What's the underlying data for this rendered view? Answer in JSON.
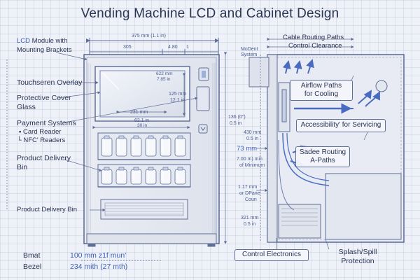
{
  "title": "Vending Machine LCD and Cabinet Design",
  "left_labels": {
    "lcd_module_a": "LCD",
    "lcd_module_b": "Module with",
    "lcd_module_c": "Mounting Brackets",
    "touchscreen": "Touchseren Overlay",
    "protective_cover": "Protective Cover",
    "glass": "Glass",
    "payment_systems": "Payment Systems",
    "card_reader": "▪ Card Reader",
    "nfc_readers": "└ NFC' Readers",
    "product_delivery_bin_a": "Product Delivery",
    "product_delivery_bin_b": "Bin",
    "product_delivery_bin_2": "Product Delivery Bin"
  },
  "front_dims": {
    "overall_width": "375 mm (1.1 in)",
    "w_305": "305",
    "w_480": "4.80",
    "w_1": "1",
    "screen_w_mm": "622 mm",
    "screen_w_in": "7.85 in",
    "screen_h_mm": "125 mm",
    "screen_h_in": "12.1 in",
    "screen_231": "231 mm",
    "bezel_62": "62.1 in",
    "bezel_30": "30 in",
    "height_a": "136 (0\")",
    "height_b": "0.5 in"
  },
  "bottom_spec": {
    "label_1": "Bmat",
    "value_1": "100 mm z1f mun'",
    "label_2": "Bezel",
    "value_2": "234 mith (27 mth)"
  },
  "side_dims": {
    "d_430a": "430 mm",
    "d_430b": "0.5 in",
    "d_73": "73 mm",
    "d_700a": "7.00 m) min",
    "d_700b": "of Minimum",
    "d_117a": "1.17 mm",
    "d_117b": "or DPane",
    "count": "Coun",
    "d_321a": "321 mm",
    "d_321b": "0.5 in"
  },
  "side_labels": {
    "cable_routing_paths": "Cable Routing Paths",
    "control_clearance": "Control Clearance",
    "modem_a": "MoDent",
    "modem_b": "System",
    "airflow_a": "Airflow Paths",
    "airflow_b": "for Cooling",
    "accessibility": "Accessibility' for Servicing",
    "cable_routing_a": "Sadee Routing",
    "cable_routing_b": "A-Paths",
    "control_electronics": "Control Electronics",
    "splash_a": "Splash/Spill",
    "splash_b": "Protection"
  },
  "colors": {
    "line": "#5f6e96",
    "accent": "#3d5fb8",
    "text": "#2b3553",
    "background": "#eef1f7"
  }
}
